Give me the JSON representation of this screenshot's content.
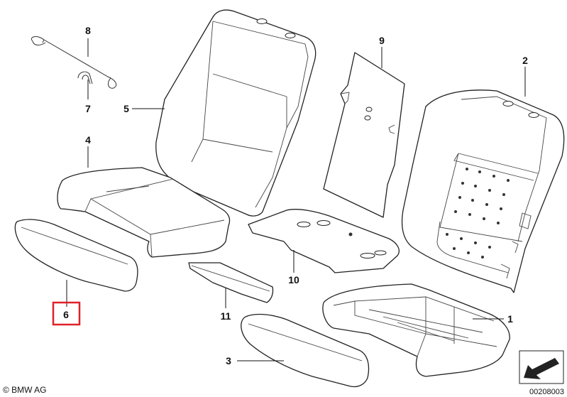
{
  "labels": {
    "p1": "1",
    "p2": "2",
    "p3": "3",
    "p4": "4",
    "p5": "5",
    "p6": "6",
    "p7": "7",
    "p8": "8",
    "p9": "9",
    "p10": "10",
    "p11": "11"
  },
  "highlight_color": "#e0202a",
  "copyright": "© BMW AG",
  "diagram_code": "00208003",
  "icons": {
    "orientation": "arrow-icon"
  }
}
